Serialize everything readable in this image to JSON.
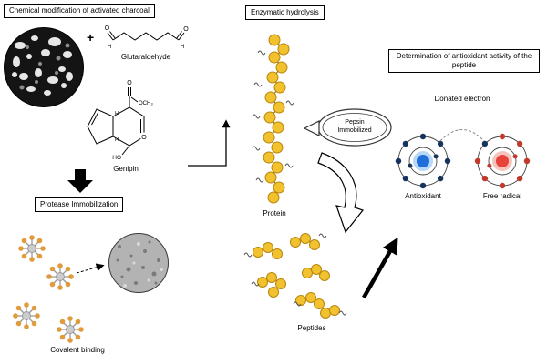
{
  "figure": {
    "steps": {
      "step1_box": "Chemical modification of activated charcoal",
      "step2_box": "Protease Immobilization",
      "step3_box": "Enzymatic hydrolysis",
      "step4_box": "Determination of antioxidant activity of the peptide"
    },
    "labels": {
      "plus": "+",
      "glutaraldehyde": "Glutaraldehyde",
      "genipin": "Genipin",
      "covalent_binding": "Covalent binding",
      "protein": "Protein",
      "peptides": "Peptides",
      "pepsin_line1": "Pepsin",
      "pepsin_line2": "Immobilized",
      "donated_electron": "Donated electron",
      "antioxidant": "Antioxidant",
      "free_radical": "Free radical"
    },
    "molecules": {
      "glutaraldehyde": {
        "o_left": "O",
        "o_right": "O",
        "h_left": "H",
        "h_right": "H"
      },
      "genipin": {
        "ester_carbonyl_o": "O",
        "ester_och3": "OCH₃",
        "ring_o": "O",
        "hydroxyl": "HO",
        "h_top": "H",
        "h_bottom": "H"
      }
    },
    "colors": {
      "bead": "#F2C12E",
      "bead_stroke": "#B8860B",
      "particle_tip": "#E09B3D",
      "antioxidant_nucleus": "#1E6FD9",
      "antioxidant_electron": "#16335E",
      "free_radical_nucleus": "#E8433A",
      "free_radical_electron": "#C0392B"
    }
  }
}
